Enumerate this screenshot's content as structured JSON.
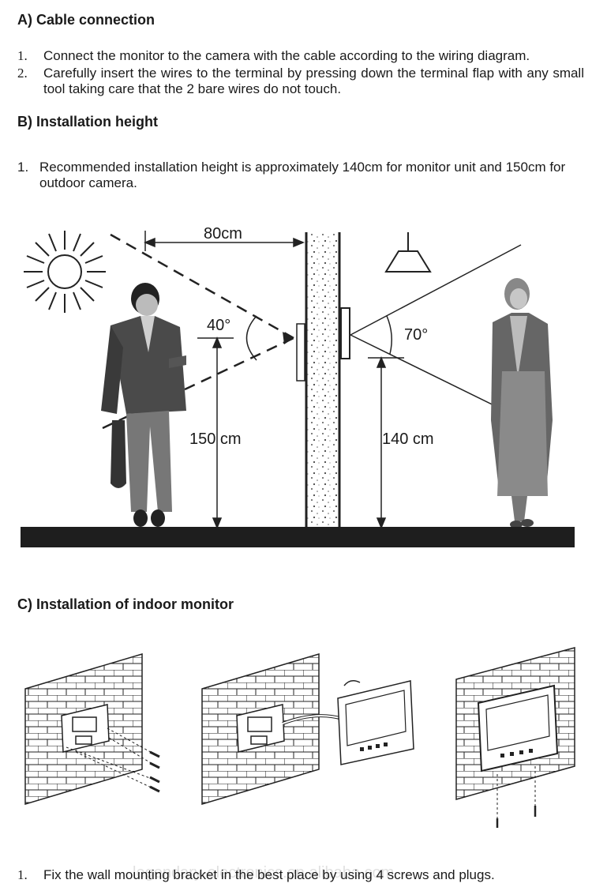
{
  "section_a": {
    "heading": "A)  Cable connection",
    "items": [
      {
        "num": "1.",
        "text": "Connect the monitor to the camera with the cable according to the wiring diagram."
      },
      {
        "num": "2.",
        "text": "Carefully insert the wires to the terminal by pressing down the terminal flap with any small tool taking care that the 2 bare wires do not touch."
      }
    ]
  },
  "section_b": {
    "heading": "B) Installation height",
    "items": [
      {
        "num": "1.",
        "text": "Recommended installation height is approximately 140cm for monitor unit and 150cm for outdoor camera."
      }
    ],
    "diagram": {
      "distance_label": "80cm",
      "camera_angle_label": "40°",
      "monitor_angle_label": "70°",
      "camera_height_label": "150 cm",
      "monitor_height_label": "140 cm"
    }
  },
  "section_c": {
    "heading": "C) Installation of indoor monitor",
    "items": [
      {
        "num": "1.",
        "text": "Fix the wall mounting bracket in the best place by using 4 screws and plugs."
      }
    ],
    "watermark": "legendary-electronics.en.alibaba.com"
  }
}
